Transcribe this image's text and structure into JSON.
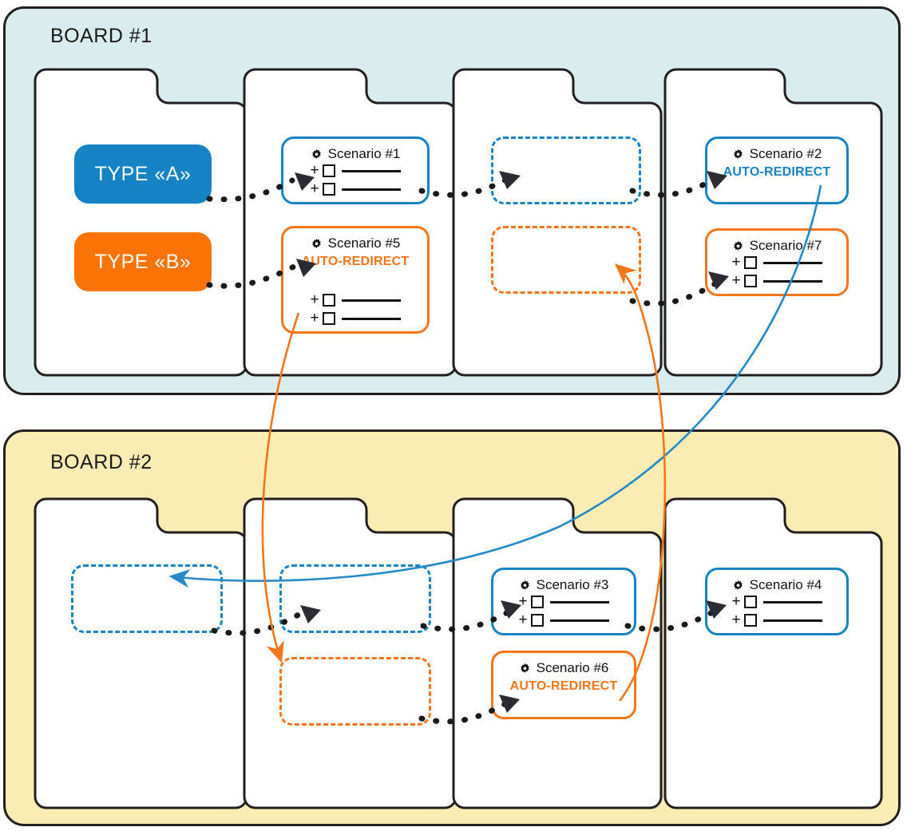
{
  "boards": [
    {
      "id": "board-1",
      "title": "BOARD #1",
      "background": "#d9edee",
      "columns": [
        {
          "id": "b1-col-1",
          "items": [
            {
              "kind": "type-badge",
              "label": "TYPE «A»",
              "color": "#1683c4"
            },
            {
              "kind": "type-badge",
              "label": "TYPE «B»",
              "color": "#f97306"
            }
          ]
        },
        {
          "id": "b1-col-2",
          "items": [
            {
              "kind": "scenario",
              "title": "Scenario #1",
              "accent": "#1683c4",
              "auto_redirect": null,
              "checklist_rows": 2,
              "icon": "gear-icon"
            },
            {
              "kind": "scenario",
              "title": "Scenario #5",
              "accent": "#f5751a",
              "auto_redirect": "AUTO-REDIRECT",
              "checklist_rows": 2,
              "icon": "gear-icon"
            }
          ]
        },
        {
          "id": "b1-col-3",
          "items": [
            {
              "kind": "placeholder",
              "accent": "#1683c4"
            },
            {
              "kind": "placeholder",
              "accent": "#f5751a"
            }
          ]
        },
        {
          "id": "b1-col-4",
          "items": [
            {
              "kind": "scenario",
              "title": "Scenario #2",
              "accent": "#1683c4",
              "auto_redirect": "AUTO-REDIRECT",
              "checklist_rows": 0,
              "icon": "gear-icon"
            },
            {
              "kind": "scenario",
              "title": "Scenario #7",
              "accent": "#f5751a",
              "auto_redirect": null,
              "checklist_rows": 2,
              "icon": "gear-icon"
            }
          ]
        }
      ]
    },
    {
      "id": "board-2",
      "title": "BOARD #2",
      "background": "#fbecb3",
      "columns": [
        {
          "id": "b2-col-1",
          "items": [
            {
              "kind": "placeholder",
              "accent": "#1683c4"
            }
          ]
        },
        {
          "id": "b2-col-2",
          "items": [
            {
              "kind": "placeholder",
              "accent": "#1683c4"
            },
            {
              "kind": "placeholder",
              "accent": "#f5751a"
            }
          ]
        },
        {
          "id": "b2-col-3",
          "items": [
            {
              "kind": "scenario",
              "title": "Scenario #3",
              "accent": "#1683c4",
              "auto_redirect": null,
              "checklist_rows": 2,
              "icon": "gear-icon"
            },
            {
              "kind": "scenario",
              "title": "Scenario #6",
              "accent": "#f5751a",
              "auto_redirect": "AUTO-REDIRECT",
              "checklist_rows": 0,
              "icon": "gear-icon"
            }
          ]
        },
        {
          "id": "b2-col-4",
          "items": [
            {
              "kind": "scenario",
              "title": "Scenario #4",
              "accent": "#1683c4",
              "auto_redirect": null,
              "checklist_rows": 2,
              "icon": "gear-icon"
            }
          ]
        }
      ]
    }
  ],
  "labels": {
    "board1_title": "BOARD #1",
    "board2_title": "BOARD #2",
    "type_a": "TYPE «A»",
    "type_b": "TYPE «B»",
    "auto_redirect": "AUTO-REDIRECT",
    "scenario_1": "Scenario #1",
    "scenario_2": "Scenario #2",
    "scenario_3": "Scenario #3",
    "scenario_4": "Scenario #4",
    "scenario_5": "Scenario #5",
    "scenario_6": "Scenario #6",
    "scenario_7": "Scenario #7"
  },
  "colors": {
    "blue": "#1683c4",
    "orange_badge": "#f97306",
    "orange_card": "#f5751a",
    "board1_bg": "#d9edee",
    "board2_bg": "#fbecb3",
    "outline": "#231f20",
    "connector": "#1a1a1a"
  },
  "connectors": {
    "dotted_flow_note": "black dotted connectors with solid triangular arrowheads",
    "blue_curve_note": "blue curve from Scenario #2 to board-2 column-1 placeholder",
    "orange_curve_1_note": "orange curve from Scenario #5 to board-2 column-2 orange placeholder",
    "orange_curve_2_note": "orange curve from Scenario #6 to board-1 column-3 orange placeholder"
  }
}
